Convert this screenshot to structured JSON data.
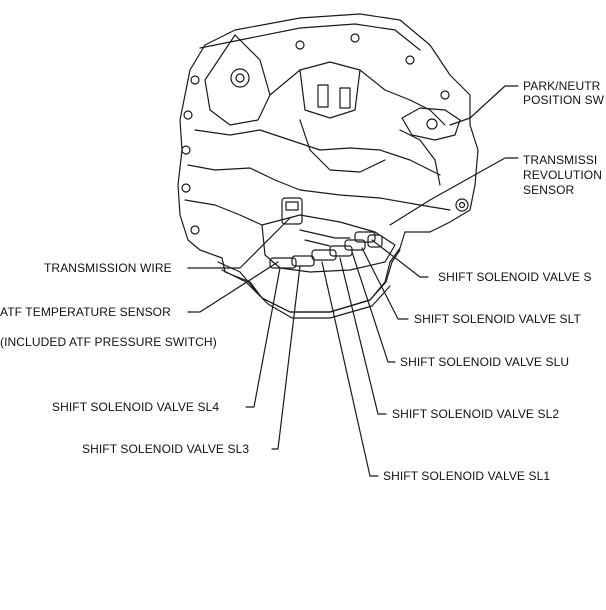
{
  "colors": {
    "line": "#1a1a1a",
    "background": "#ffffff"
  },
  "labels": {
    "park_neutral_1": "PARK/NEUTR",
    "park_neutral_2": "POSITION SW",
    "trans_rev_1": "TRANSMISSI",
    "trans_rev_2": "REVOLUTION",
    "trans_rev_3": "SENSOR",
    "transmission_wire": "TRANSMISSION WIRE",
    "atf_sensor": "ATF TEMPERATURE SENSOR",
    "atf_pressure": "(INCLUDED ATF PRESSURE SWITCH)",
    "sls": "SHIFT SOLENOID VALVE S",
    "slt": "SHIFT SOLENOID VALVE SLT",
    "slu": "SHIFT SOLENOID VALVE SLU",
    "sl4": "SHIFT SOLENOID VALVE SL4",
    "sl2": "SHIFT SOLENOID VALVE SL2",
    "sl3": "SHIFT SOLENOID VALVE SL3",
    "sl1": "SHIFT SOLENOID VALVE SL1"
  }
}
